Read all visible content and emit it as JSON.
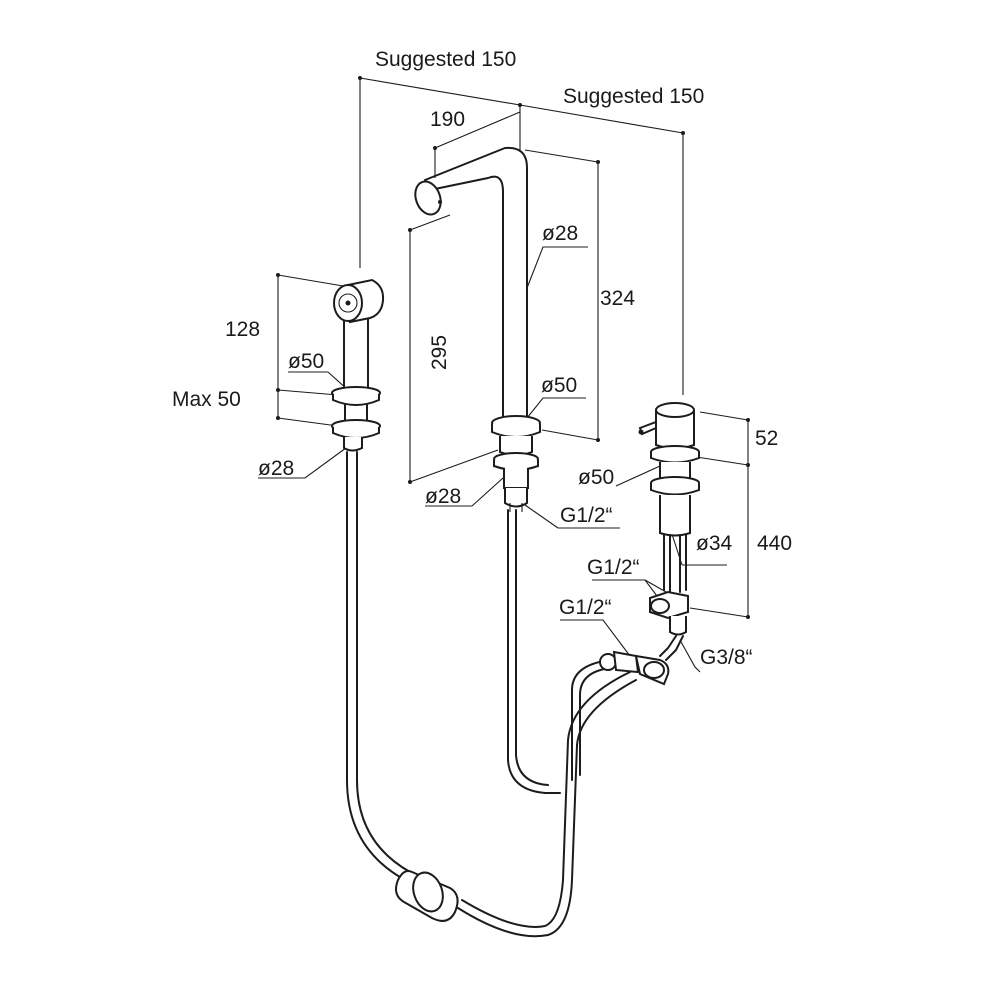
{
  "diagram": {
    "title": "Kitchen mixer with pull-out hand shower - dimension drawing",
    "stroke_color": "#1c1c1c",
    "background_color": "#ffffff",
    "labels": {
      "suggested_top": "Suggested 150",
      "suggested_right": "Suggested 150",
      "spout_reach": "190",
      "spout_dia": "ø28",
      "spout_height": "324",
      "spout_inner_height": "295",
      "spout_flange_dia": "ø50",
      "spout_base_dia": "ø28",
      "spout_thread": "G1/2“",
      "shower_height": "128",
      "shower_flange_dia": "ø50",
      "max_deck": "Max 50",
      "shower_base_dia": "ø28",
      "lever_height": "52",
      "lever_flange_dia": "ø50",
      "lever_body_dia": "ø34",
      "lever_total_height": "440",
      "lever_thread_1": "G1/2“",
      "lever_thread_2": "G1/2“",
      "lever_thread_3": "G3/8“"
    }
  }
}
